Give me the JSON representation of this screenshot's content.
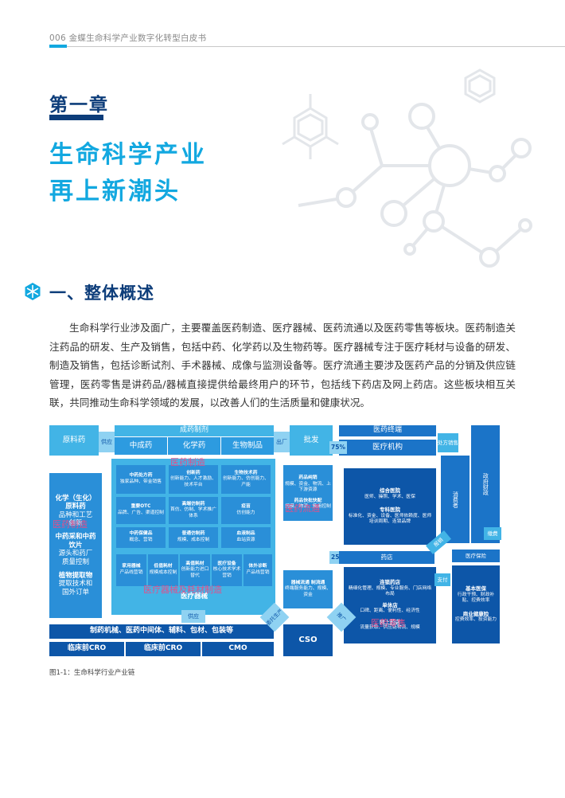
{
  "header": {
    "page_num": "006",
    "book_title": "金蝶生命科学产业数字化转型白皮书"
  },
  "chapter": {
    "label": "第一章",
    "title_line1": "生命科学产业",
    "title_line2": "再上新潮头"
  },
  "section": {
    "title": "一、整体概述"
  },
  "body": {
    "paragraph": "生命科学行业涉及面广，主要覆盖医药制造、医疗器械、医药流通以及医药零售等板块。医药制造关注药品的研发、生产及销售，包括中药、化学药以及生物药等。医疗器械专注于医疗耗材与设备的研发、制造及销售，包括诊断试剂、手术器械、成像与监测设备等。医疗流通主要涉及医药产品的分销及供应链管理，医药零售是讲药品/器械直接提供给最终用户的环节，包括线下药店及网上药店。这些板块相互关联，共同推动生命科学领域的发展，以改善人们的生活质量和健康状况。"
  },
  "diagram": {
    "raw_material": "原料药",
    "supply": "供应",
    "finished_drug": "成药制剂",
    "tcm": "中成药",
    "chem": "化学药",
    "bio": "生物制品",
    "out_factory": "出厂",
    "wholesale": "批发",
    "med_terminal": "医药终端",
    "med_institution": "医疗机构",
    "pct75": "75%",
    "pct25": "25%",
    "prescription_sales": "处方销售",
    "consumer": "消费者",
    "gov_finance": "政府财政",
    "left_col": {
      "l1": "化学（生化）",
      "l2": "原料药",
      "l3": "品种和工艺",
      "l4": "创新",
      "l5": "中药采和中药",
      "l6": "饮片",
      "l7": "源头和药厂",
      "l8": "质量控制",
      "l9": "植物提取物",
      "l10": "提取技术和",
      "l11": "国外订单"
    },
    "cells": {
      "tcm_rx": "中药处方药",
      "tcm_rx_d": "独家品种、带金销售",
      "innov1": "创新药",
      "innov1_d": "创新能力、人才激励、技术平台",
      "bio_tech": "生物技术药",
      "bio_tech_d": "创新能力、仿创能力、产能",
      "otc": "重要OTC",
      "otc_d": "品牌、广告、渠道控制",
      "hq_generic": "高端仿制药",
      "hq_generic_d": "首仿、仿制、学术推广体系",
      "vaccine": "疫苗",
      "vaccine_d": "仿创能力",
      "tcm_health": "中药保健品",
      "tcm_health_d": "概念、营销",
      "gen_generic": "普通仿制药",
      "gen_generic_d": "规模、成本控制",
      "blood": "血液制品",
      "blood_d": "血站资源",
      "home_device": "家用器械",
      "home_device_d": "产品线营销",
      "low_consum": "低值耗材",
      "low_consum_d": "规模成本控制",
      "high_consum": "高值耗材",
      "high_consum_d": "创新能力进口替代",
      "med_equip": "医疗设备",
      "med_equip_d": "核心技术学术营销",
      "ivd": "体外诊断",
      "ivd_d": "产品线营销",
      "med_device": "医疗器械"
    },
    "flow": {
      "drug_dist": "药品纯销",
      "drug_dist_d": "规模、资金、物流、上下游资源",
      "drug_quick": "药品快批快配",
      "drug_quick_d": "规模、物流、费用控制",
      "device_flow": "器械流通 制流通",
      "device_flow_d": "终端服务能力、规模、资金"
    },
    "terminal": {
      "general_hosp": "综合医院",
      "general_hosp_d": "医师、操照、学术、医保",
      "special_hosp": "专科医院",
      "special_hosp_d": "标准化、资金、设备、医师依赖度、医师培训周期、连锁品牌",
      "pharmacy": "药店",
      "chain": "连锁药店",
      "chain_d": "精细化管理、规模、专业服务、门店网络布局",
      "single": "单体店",
      "single_d": "口碑、距离、便利性、经济性",
      "online": "网上药店",
      "online_d": "流量获取、供应链物流、规模"
    },
    "right": {
      "pay_fee": "缴费",
      "med_insurance": "医疗保险",
      "pay": "支付",
      "basic_insurance": "基本医保",
      "basic_insurance_d": "行政干预、财政补贴、控费效率",
      "commercial": "商业健康险",
      "commercial_d": "控费效率、投资能力",
      "reimburse": "报销"
    },
    "bottom": {
      "row1": "制药机械、医药中间体、辅料、包材、包装等",
      "cro_pre1": "临床前CRO",
      "cro_pre2": "临床前CRO",
      "cmo": "CMO",
      "cso": "CSO",
      "entrust1": "委托生产",
      "entrust2": "推广"
    },
    "overlays": {
      "o1": "医药制造",
      "o2": "医药流通",
      "o3": "医药制造",
      "o4": "医疗器械及耗材制造",
      "o5": "医药零售"
    }
  },
  "caption": "图1-1：生命科学行业产业链"
}
